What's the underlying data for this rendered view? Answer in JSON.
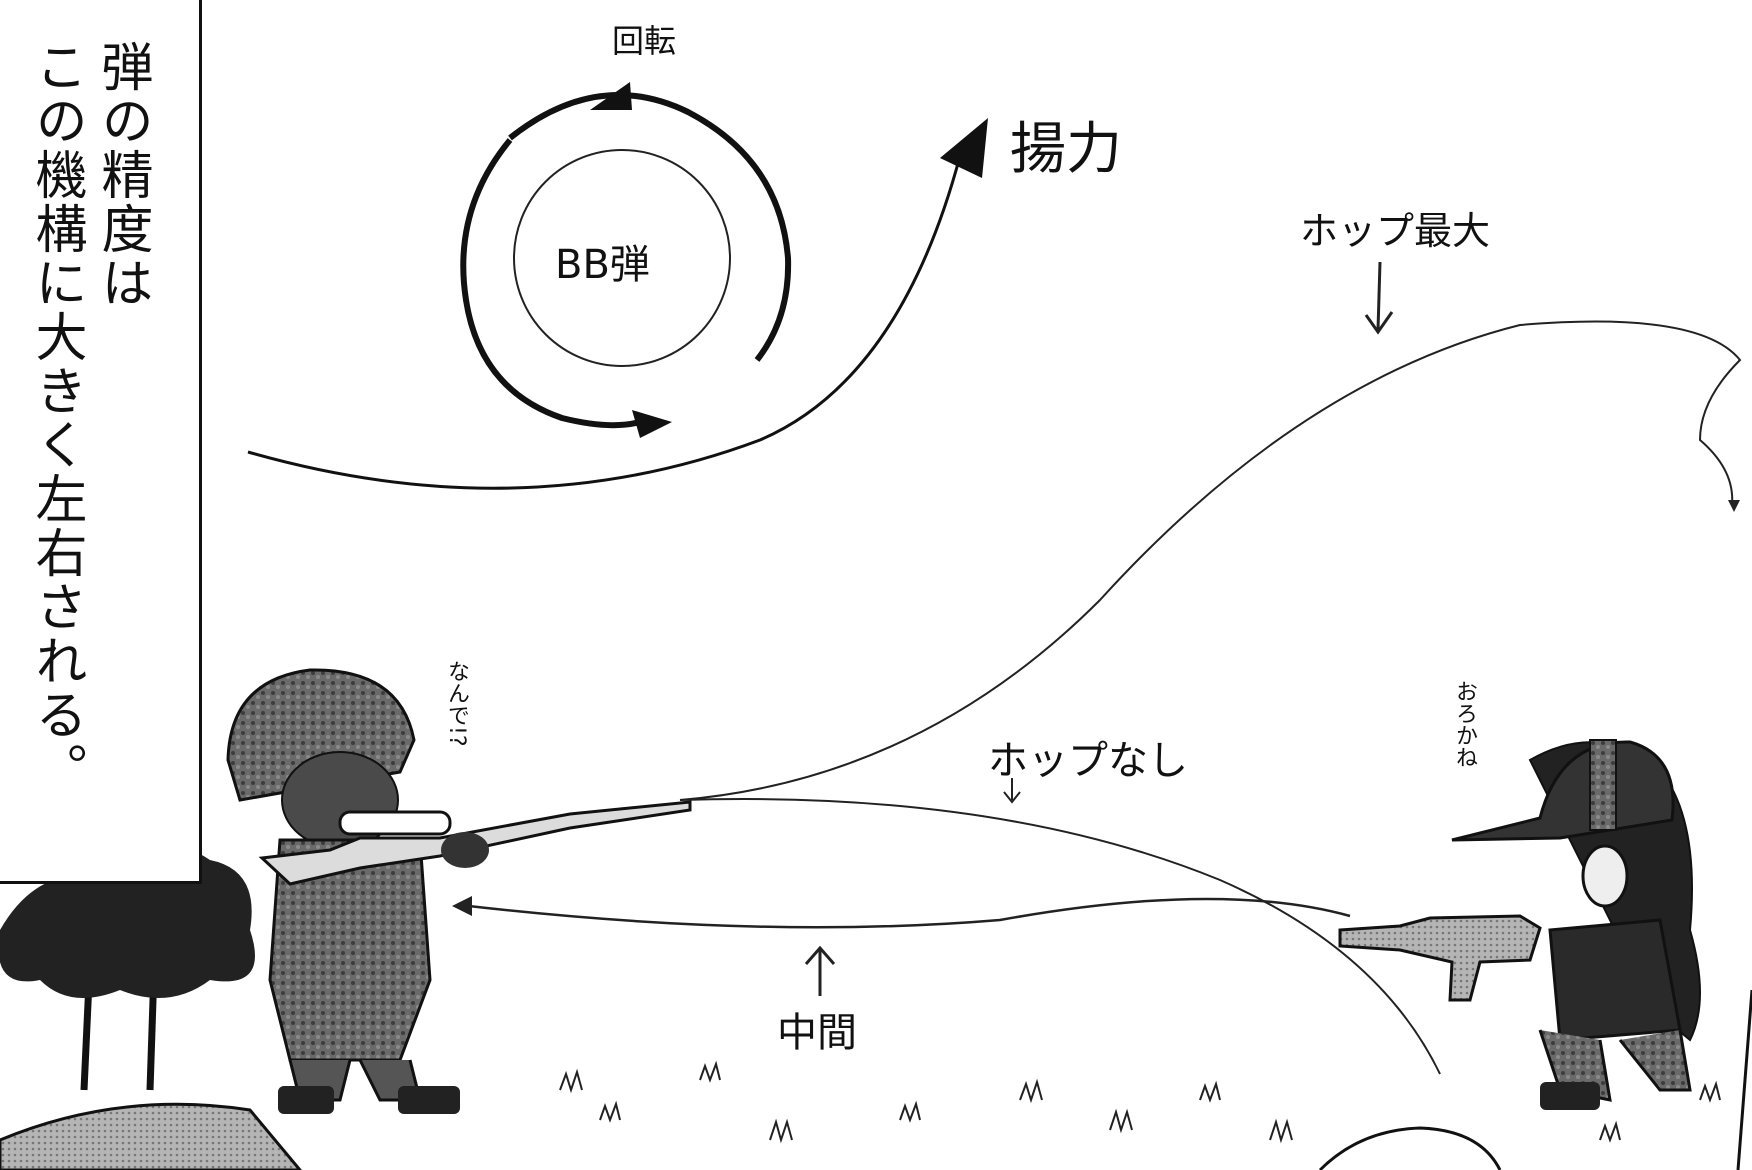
{
  "narration": {
    "column_1": "弾の精度は",
    "column_2": "この機構に大きく左右される。"
  },
  "diagram": {
    "rotation_label": "回転",
    "bb_label": "BB弾",
    "lift_label": "揚力"
  },
  "trajectories": {
    "hop_max_label": "ホップ最大",
    "hop_none_label": "ホップなし",
    "middle_label": "中間"
  },
  "characters": {
    "left_remark": "なんで!?",
    "right_remark": "おろかね"
  }
}
